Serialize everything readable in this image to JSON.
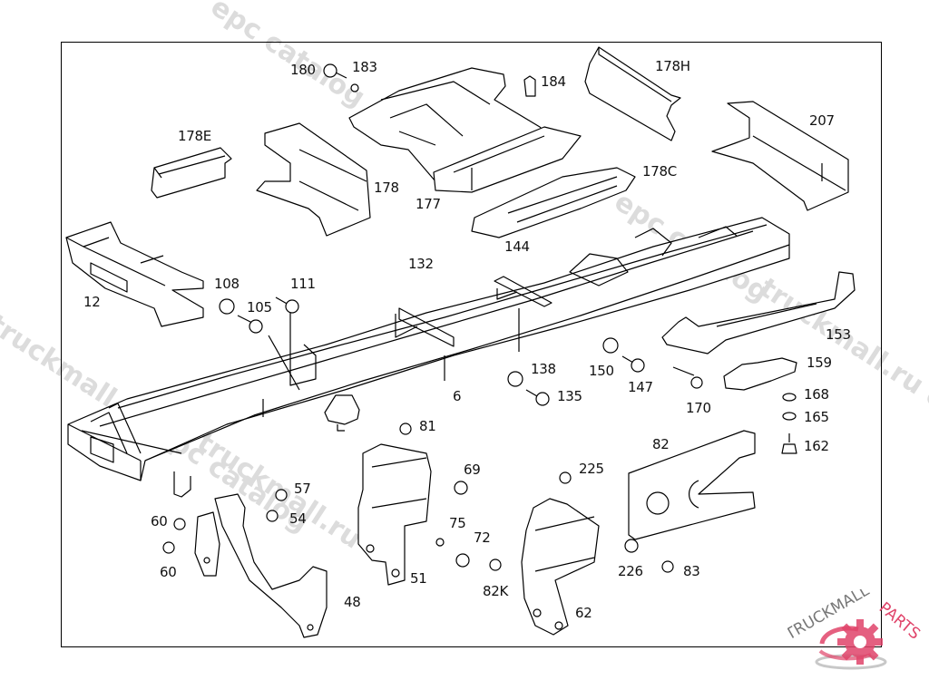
{
  "diagram": {
    "type": "exploded parts diagram",
    "subject": "truck chassis frame with crossmembers and spring brackets",
    "callouts": [
      {
        "id": "180",
        "label": "180"
      },
      {
        "id": "183",
        "label": "183"
      },
      {
        "id": "184",
        "label": "184"
      },
      {
        "id": "178H",
        "label": "178H"
      },
      {
        "id": "207",
        "label": "207"
      },
      {
        "id": "178E",
        "label": "178E"
      },
      {
        "id": "178",
        "label": "178"
      },
      {
        "id": "177",
        "label": "177"
      },
      {
        "id": "178C",
        "label": "178C"
      },
      {
        "id": "12",
        "label": "12"
      },
      {
        "id": "108",
        "label": "108"
      },
      {
        "id": "105",
        "label": "105"
      },
      {
        "id": "111",
        "label": "111"
      },
      {
        "id": "132",
        "label": "132"
      },
      {
        "id": "144",
        "label": "144"
      },
      {
        "id": "153",
        "label": "153"
      },
      {
        "id": "159",
        "label": "159"
      },
      {
        "id": "150",
        "label": "150"
      },
      {
        "id": "147",
        "label": "147"
      },
      {
        "id": "138",
        "label": "138"
      },
      {
        "id": "135",
        "label": "135"
      },
      {
        "id": "170",
        "label": "170"
      },
      {
        "id": "168",
        "label": "168"
      },
      {
        "id": "165",
        "label": "165"
      },
      {
        "id": "162",
        "label": "162"
      },
      {
        "id": "6",
        "label": "6"
      },
      {
        "id": "81",
        "label": "81"
      },
      {
        "id": "69",
        "label": "69"
      },
      {
        "id": "82",
        "label": "82"
      },
      {
        "id": "225",
        "label": "225"
      },
      {
        "id": "57",
        "label": "57"
      },
      {
        "id": "54",
        "label": "54"
      },
      {
        "id": "60a",
        "label": "60"
      },
      {
        "id": "60b",
        "label": "60"
      },
      {
        "id": "75",
        "label": "75"
      },
      {
        "id": "72",
        "label": "72"
      },
      {
        "id": "51",
        "label": "51"
      },
      {
        "id": "82K",
        "label": "82K"
      },
      {
        "id": "226",
        "label": "226"
      },
      {
        "id": "83",
        "label": "83"
      },
      {
        "id": "48",
        "label": "48"
      },
      {
        "id": "62",
        "label": "62"
      }
    ]
  },
  "watermarks": [
    "epc catalog",
    "truckmall.ru",
    "truckmall.ru epc catalog",
    "epc catalog",
    "truckmall.ru e"
  ],
  "logo": {
    "text_left": "TRUCKMALL",
    "text_right": "PARTS",
    "accent_color": "#e0446a",
    "gray_color": "#c8c8c8"
  }
}
